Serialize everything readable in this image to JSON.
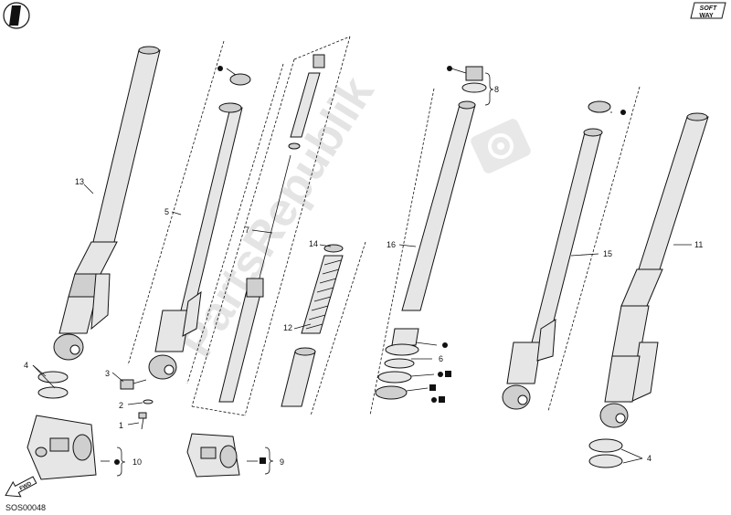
{
  "watermark": {
    "text": "PartsRepublik"
  },
  "logo": {
    "top": "SOFT",
    "bottom": "WAY"
  },
  "drawing_code": "SOS00048",
  "fwd_label": "FWD",
  "callouts": {
    "c1": "1",
    "c2": "2",
    "c3": "3",
    "c4a": "4",
    "c4b": "4",
    "c5": "5",
    "c6": "6",
    "c7": "7",
    "c8": "8",
    "c9": "9",
    "c10": "10",
    "c11": "11",
    "c12": "12",
    "c13": "13",
    "c14": "14",
    "c15": "15",
    "c16": "16"
  },
  "colors": {
    "line": "#111111",
    "part_fill": "#e6e6e6",
    "watermark": "#e4e4e4"
  }
}
